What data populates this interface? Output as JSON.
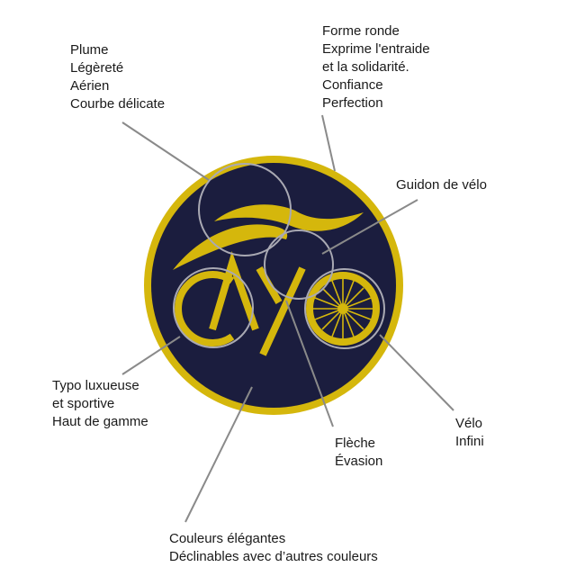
{
  "colors": {
    "badge_fill": "#1b1d3e",
    "badge_ring": "#d5b70c",
    "gold": "#d5b70c",
    "callout_line": "#8a8a8a",
    "callout_circle": "#a9a9b3",
    "text": "#1a1a1a"
  },
  "logo": {
    "wordmark": "CAYO"
  },
  "annotations": {
    "plume": {
      "lines": [
        "Plume",
        "Légèreté",
        "Aérien",
        "Courbe délicate"
      ]
    },
    "forme": {
      "lines": [
        "Forme ronde",
        "Exprime l'entraide",
        "et la solidarité.",
        "Confiance",
        "Perfection"
      ]
    },
    "guidon": {
      "lines": [
        "Guidon de vélo"
      ]
    },
    "typo": {
      "lines": [
        "Typo luxueuse",
        "et sportive",
        "Haut de gamme"
      ]
    },
    "velo": {
      "lines": [
        "Vélo",
        "Infini"
      ]
    },
    "fleche": {
      "lines": [
        "Flèche",
        "Évasion"
      ]
    },
    "couleurs": {
      "lines": [
        "Couleurs élégantes",
        "Déclinables avec d’autres couleurs"
      ]
    }
  }
}
